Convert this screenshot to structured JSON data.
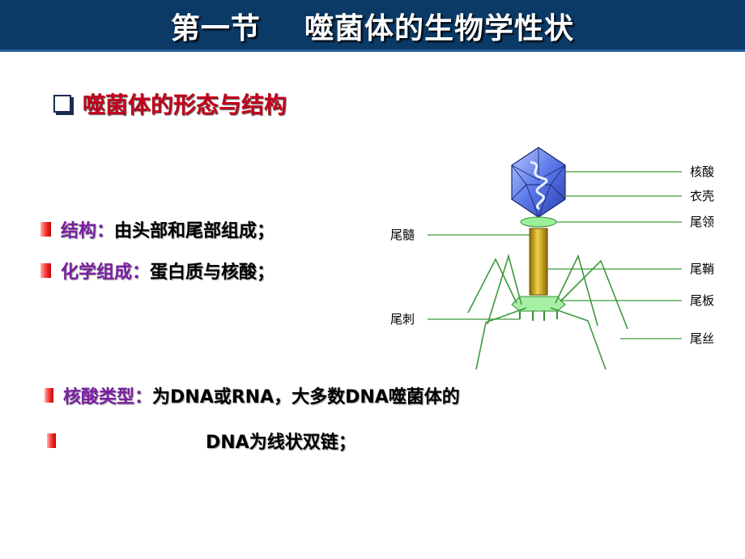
{
  "header": {
    "title": "第一节    噬菌体的生物学性状"
  },
  "section": {
    "heading": "噬菌体的形态与结构"
  },
  "bullets": [
    {
      "label": "结构：",
      "text": "由头部和尾部组成；"
    },
    {
      "label": "化学组成：",
      "text": "蛋白质与核酸；"
    },
    {
      "label": "核酸类型：",
      "text": "为DNA或RNA，大多数DNA噬菌体的"
    },
    {
      "label": "",
      "text": "DNA为线状双链；"
    }
  ],
  "diagram": {
    "labels": {
      "nucleic_acid": "核酸",
      "capsid": "衣壳",
      "collar": "尾领",
      "tail_core": "尾髓",
      "sheath": "尾鞘",
      "base_plate": "尾板",
      "tail_pin": "尾刺",
      "tail_fiber": "尾丝"
    }
  },
  "colors": {
    "title_bar": "#0b3a66",
    "heading": "#c4001a",
    "label": "#7a1fa2"
  }
}
